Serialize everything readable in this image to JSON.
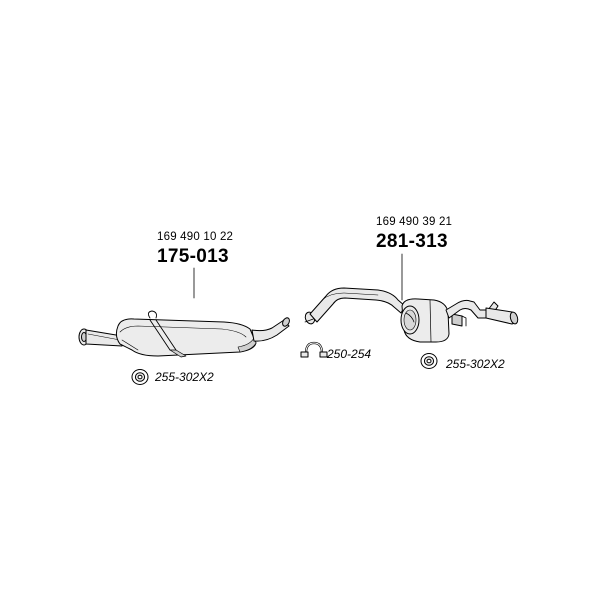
{
  "parts": [
    {
      "oem_number": "169 490 10 22",
      "part_number": "175-013",
      "mount_ref": "255-302X2"
    },
    {
      "oem_number": "169 490 39 21",
      "part_number": "281-313",
      "mount_ref": "255-302X2"
    }
  ],
  "clamp_ref": "250-254",
  "colors": {
    "line": "#000000",
    "fill": "#e9e9e9",
    "fill_dark": "#cfcfcf",
    "background": "#ffffff"
  }
}
